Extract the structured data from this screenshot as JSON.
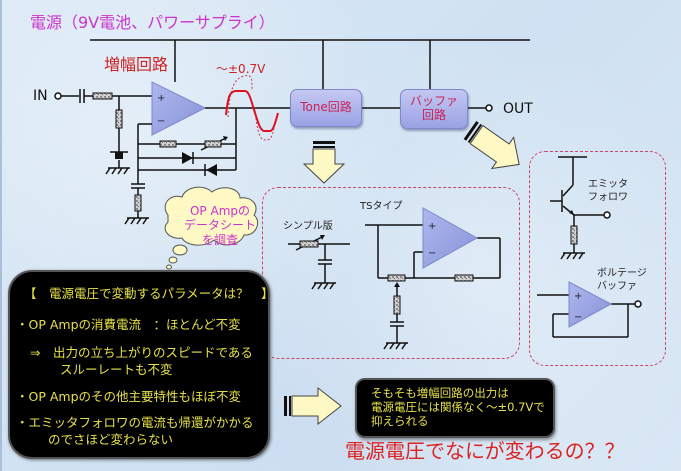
{
  "title": "電源（9V電池、パワーサプライ）",
  "amp_label": "増幅回路",
  "amplitude_label": "～±0.7V",
  "input_label": "IN",
  "output_label": "OUT",
  "blocks": {
    "tone": "Tone回路",
    "buffer_line1": "バッファ",
    "buffer_line2": "回路"
  },
  "tone_options": {
    "simple_label": "シンプル版",
    "ts_label": "TSタイプ"
  },
  "buffer_options": {
    "emitter_line1": "エミッタ",
    "emitter_line2": "フォロワ",
    "voltage_line1": "ボルテージ",
    "voltage_line2": "バッファ"
  },
  "opamp_symbols": {
    "plus": "+",
    "minus": "−"
  },
  "thought_cloud": {
    "line1": "OP Ampの",
    "line2": "データシート",
    "line3": "を調査"
  },
  "panel": {
    "heading": "【　電源電圧で変動するパラメータは？　】",
    "item1": "・OP Ampの消費電流　：ほとんど不変",
    "item1_sub1": "⇒　出力の立ち上がりのスピードである",
    "item1_sub2": "スルーレートも不変",
    "item2": "・OP Ampのその他主要特性もほぼ不変",
    "item3_line1": "・エミッタフォロワの電流も帰還がかかる",
    "item3_line2": "のでさほど変わらない"
  },
  "note": {
    "line1": "そもそも増幅回路の出力は",
    "line2": "電源電圧には関係なく～±0.7Vで",
    "line3": "抑えられる"
  },
  "question": "電源電圧でなにが変わるの？？",
  "colors": {
    "title": "#cc33cc",
    "red_text": "#dd2222",
    "panel_text": "#e6e04a",
    "opamp_fill": "#9aa6e6",
    "arrow_fill": "#fdf8c4",
    "dashed_border": "#cc4466"
  }
}
